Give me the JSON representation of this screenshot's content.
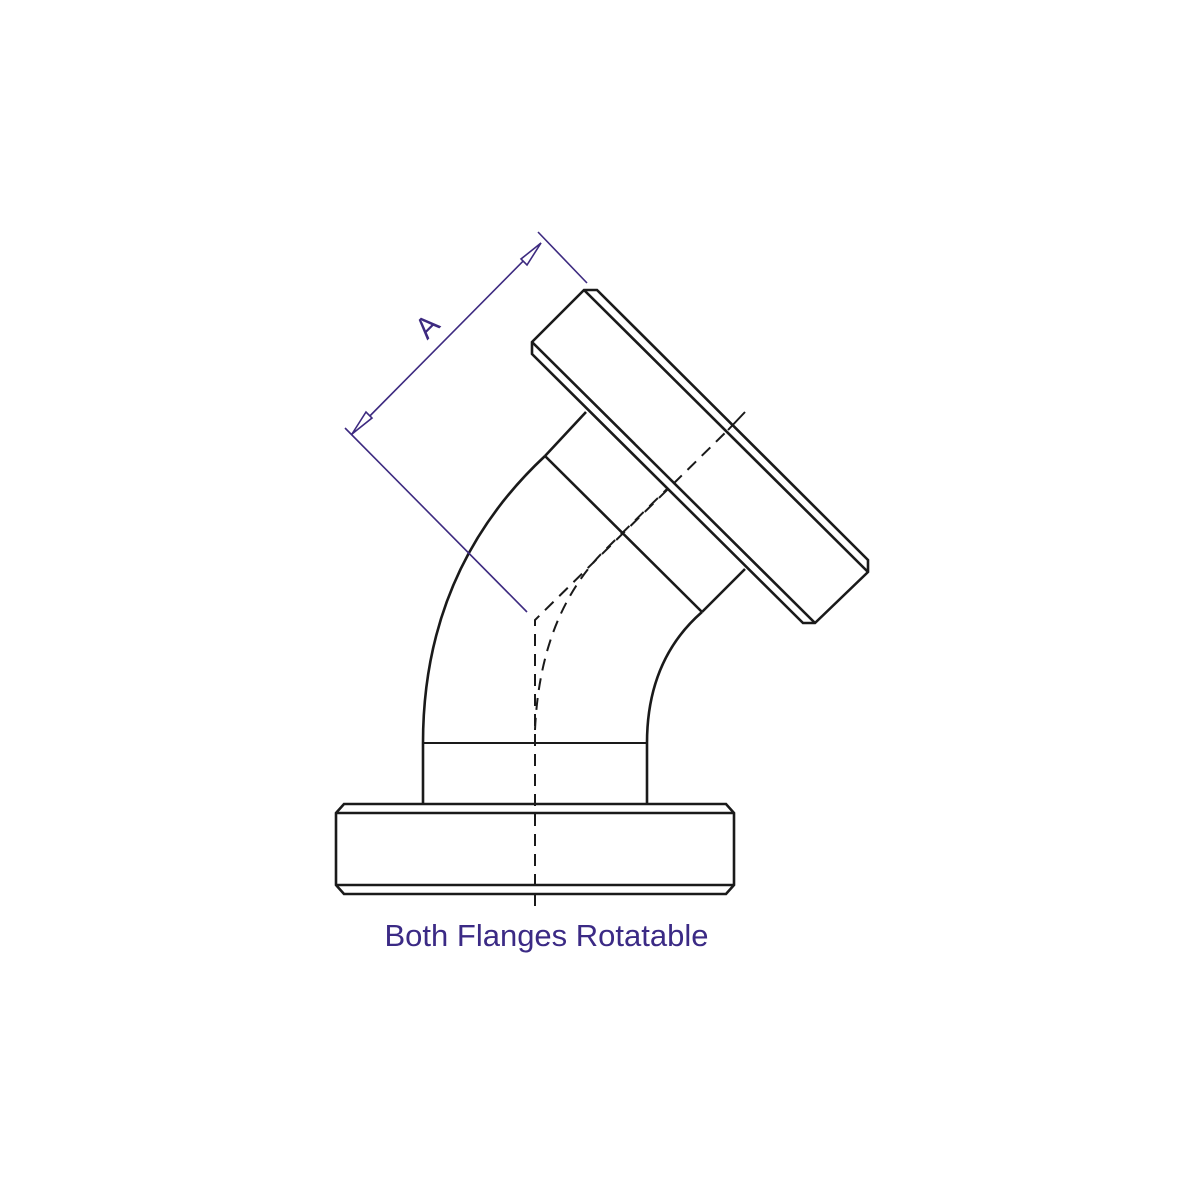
{
  "diagram": {
    "title": "45 degree elbow with rotatable flanges",
    "dimension_label": "A",
    "caption": "Both Flanges Rotatable",
    "colors": {
      "outline": "#1a1a1a",
      "annotation": "#3d2a80"
    }
  }
}
